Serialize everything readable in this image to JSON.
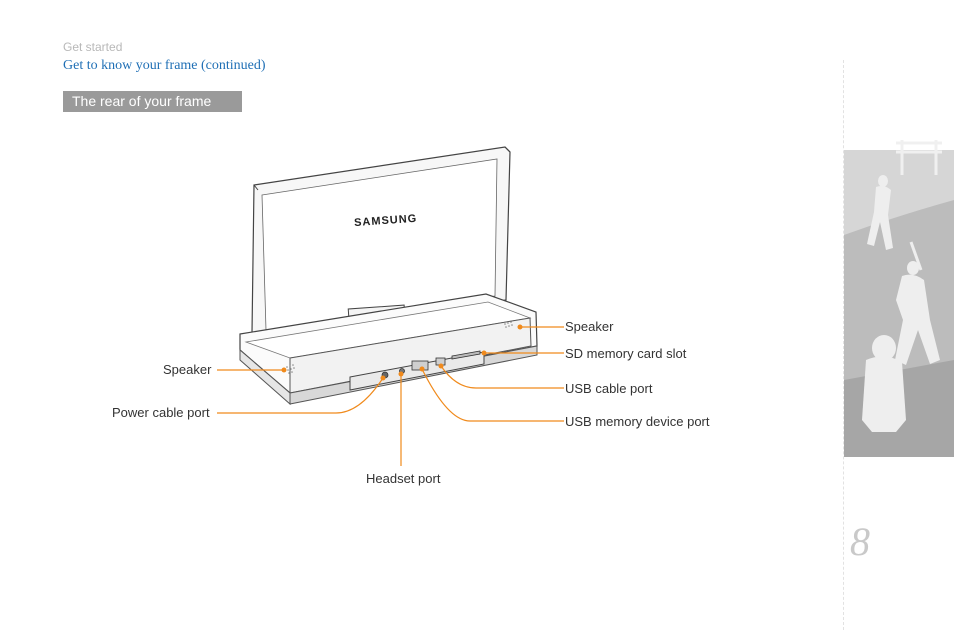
{
  "header": {
    "breadcrumb": "Get started",
    "title": "Get to know your frame  (continued)"
  },
  "section": {
    "heading": "The rear of your frame"
  },
  "device": {
    "brand": "SAMSUNG"
  },
  "callouts": {
    "speaker_right": "Speaker",
    "sd_slot": "SD memory card slot",
    "usb_cable": "USB cable port",
    "usb_memory": "USB memory device port",
    "speaker_left": "Speaker",
    "power": "Power cable port",
    "headset": "Headset port"
  },
  "colors": {
    "accent_orange": "#f08a1c",
    "title_blue": "#1f6fb5",
    "section_gray": "#9a9a9a"
  },
  "page": {
    "number": "8"
  }
}
